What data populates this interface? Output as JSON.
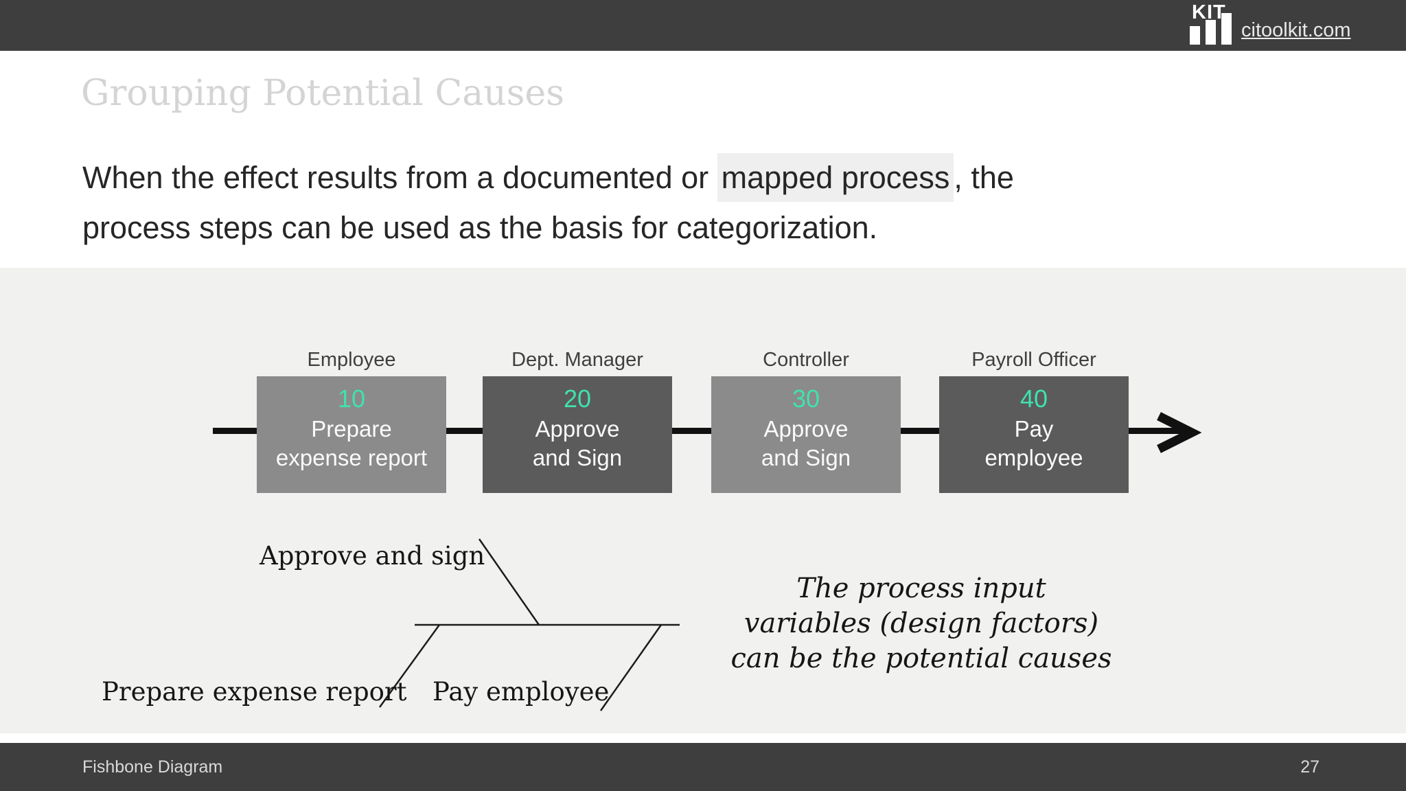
{
  "header": {
    "logo_text": "KIT",
    "site_link": "citoolkit.com"
  },
  "slide": {
    "title": "Grouping Potential Causes",
    "body": {
      "line1_pre": "When the effect results from a documented or ",
      "highlight": "mapped process",
      "line1_post": ", the",
      "line2": "process steps can be used as the basis for categorization."
    }
  },
  "process_flow": {
    "steps": [
      {
        "role": "Employee",
        "number": "10",
        "action_line1": "Prepare",
        "action_line2": "expense report"
      },
      {
        "role": "Dept. Manager",
        "number": "20",
        "action_line1": "Approve",
        "action_line2": "and Sign"
      },
      {
        "role": "Controller",
        "number": "30",
        "action_line1": "Approve",
        "action_line2": "and Sign"
      },
      {
        "role": "Payroll Officer",
        "number": "40",
        "action_line1": "Pay",
        "action_line2": "employee"
      }
    ],
    "colors": {
      "light_box": "#8b8b8b",
      "dark_box": "#5b5b5b",
      "number": "#3fe2ae",
      "arrow": "#111111"
    }
  },
  "fishbone": {
    "labels": {
      "top": "Approve and sign",
      "bottom_left": "Prepare expense report",
      "bottom_right": "Pay employee"
    }
  },
  "note": {
    "lines": [
      "The process input",
      "variables (design factors)",
      "can be the potential causes"
    ]
  },
  "footer": {
    "left": "Fishbone Diagram",
    "page_number": "27"
  }
}
